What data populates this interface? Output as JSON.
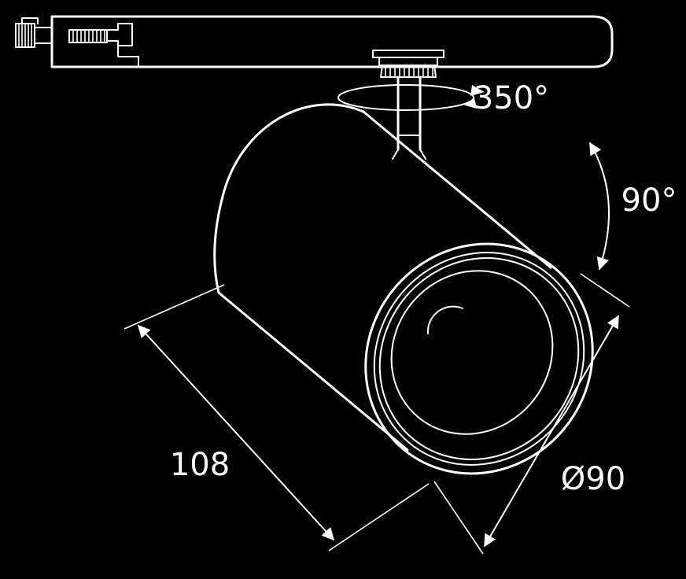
{
  "diagram": {
    "labels": {
      "rotation": "350°",
      "tilt": "90°",
      "length": "108",
      "diameter": "Ø90"
    },
    "colors": {
      "background": "#000000",
      "line": "#ffffff"
    }
  }
}
